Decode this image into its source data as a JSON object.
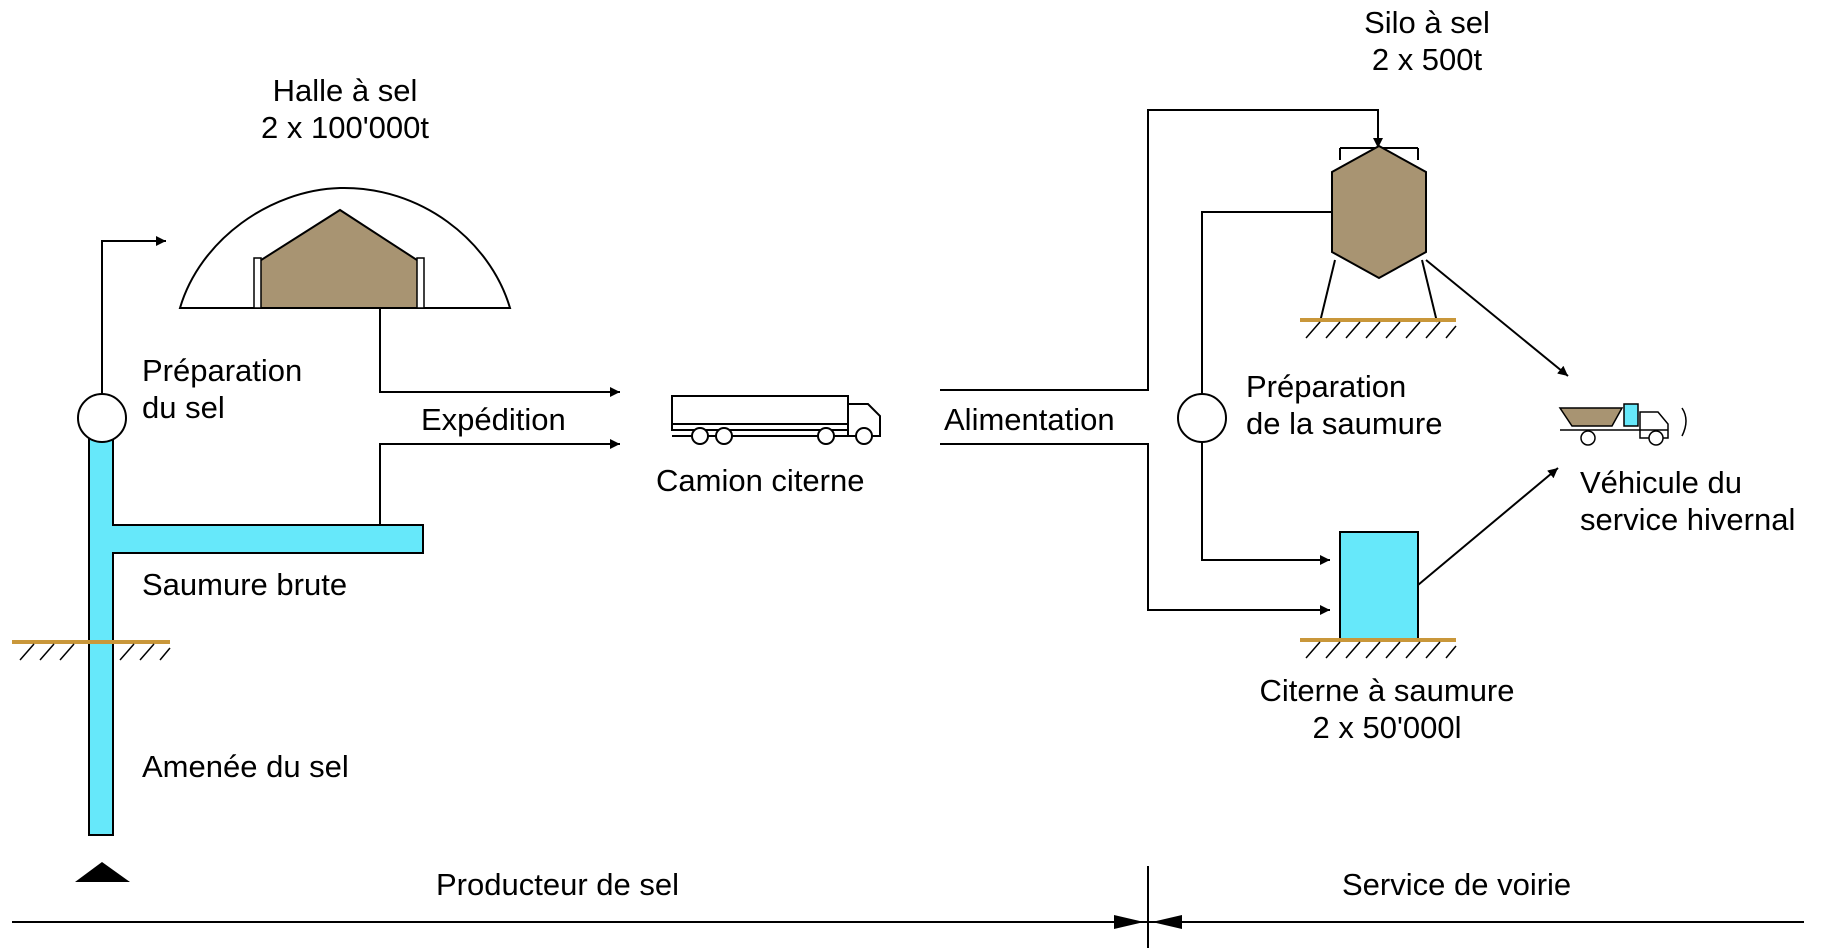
{
  "labels": {
    "salt_hall": {
      "line1": "Halle à sel",
      "line2": "2 x 100'000t"
    },
    "salt_prep": {
      "line1": "Préparation",
      "line2": "du sel"
    },
    "shipping": "Expédition",
    "raw_brine": "Saumure brute",
    "salt_supply": "Amenée du sel",
    "tanker_truck": "Camion citerne",
    "feed": "Alimentation",
    "salt_silo": {
      "line1": "Silo à sel",
      "line2": "2 x 500t"
    },
    "brine_prep": {
      "line1": "Préparation",
      "line2": "de la saumure"
    },
    "winter_vehicle": {
      "line1": "Véhicule du",
      "line2": "service hivernal"
    },
    "brine_tank": {
      "line1": "Citerne à saumure",
      "line2": "2 x 50'000l"
    },
    "salt_producer": "Producteur de sel",
    "road_service": "Service de voirie"
  },
  "colors": {
    "salt": "#a89472",
    "brine": "#66e8fa",
    "ground": "#c9973a",
    "line": "#000000"
  }
}
